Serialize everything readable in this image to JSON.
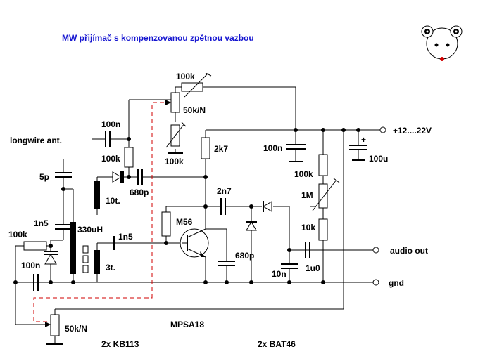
{
  "title": "MW přijímač s kompenzovanou zpětnou vazbou",
  "labels": {
    "antenna": "longwire ant.",
    "c_5p": "5p",
    "c_1n5_left": "1n5",
    "r_100k_left": "100k",
    "c_100n_bottom": "100n",
    "l_330uH": "330uH",
    "c_1n5_mid": "1n5",
    "l_3t": "3t.",
    "l_10t": "10t.",
    "c_100n_top": "100n",
    "r_100k_mid": "100k",
    "c_680p_top": "680p",
    "r_100k_top": "100k",
    "pot_50k_top": "50k/N",
    "r_100k_trim": "100k",
    "r_2k7": "2k7",
    "c_100n_right": "100n",
    "r_M56": "M56",
    "c_2n7": "2n7",
    "c_680p_mid": "680p",
    "r_100k_right": "100k",
    "pot_1M": "1M",
    "r_10k": "10k",
    "c_10n": "10n",
    "c_1u0": "1u0",
    "c_100u": "100u",
    "supply": "+12....22V",
    "audio_out": "audio out",
    "gnd": "gnd",
    "pot_50k_bottom": "50k/N",
    "transistor": "MPSA18",
    "varicaps": "2x KB113",
    "diodes": "2x BAT46",
    "plus_sign": "+"
  },
  "colors": {
    "title": "#1515d0",
    "dashed_link": "#d00000",
    "wire": "#000000"
  },
  "icons": {
    "logo": "mouse-face-logo"
  }
}
